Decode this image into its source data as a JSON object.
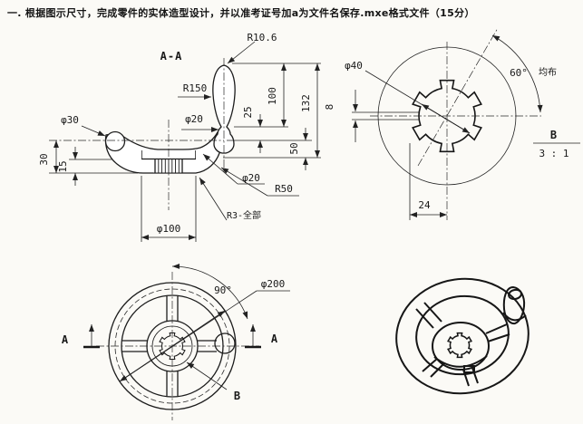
{
  "title": "一. 根据图示尺寸，完成零件的实体造型设计，并以准考证号加a为文件名保存.mxe格式文件（15分）",
  "section_view": {
    "label": "A-A",
    "r_top": "R10.6",
    "r_side": "R150",
    "d_spoke": "φ30",
    "d_shaft": "φ20",
    "dim_25": "25",
    "dim_100": "100",
    "dim_132": "132",
    "dim_50": "50",
    "d_rim": "φ20",
    "r_dish": "R50",
    "r_fillet": "R3-全部",
    "d_hub": "φ100",
    "dim_30": "30",
    "dim_15": "15"
  },
  "detail_view": {
    "d_bore": "φ40",
    "angle": "60°",
    "note": "均布",
    "dim_8": "8",
    "dim_24": "24",
    "label": "B",
    "scale": "3 : 1"
  },
  "front_view": {
    "angle": "90°",
    "d_wheel": "φ200",
    "cut_left": "A",
    "cut_right": "A",
    "detail_ref": "B"
  },
  "line_color": "#1c1c1c"
}
